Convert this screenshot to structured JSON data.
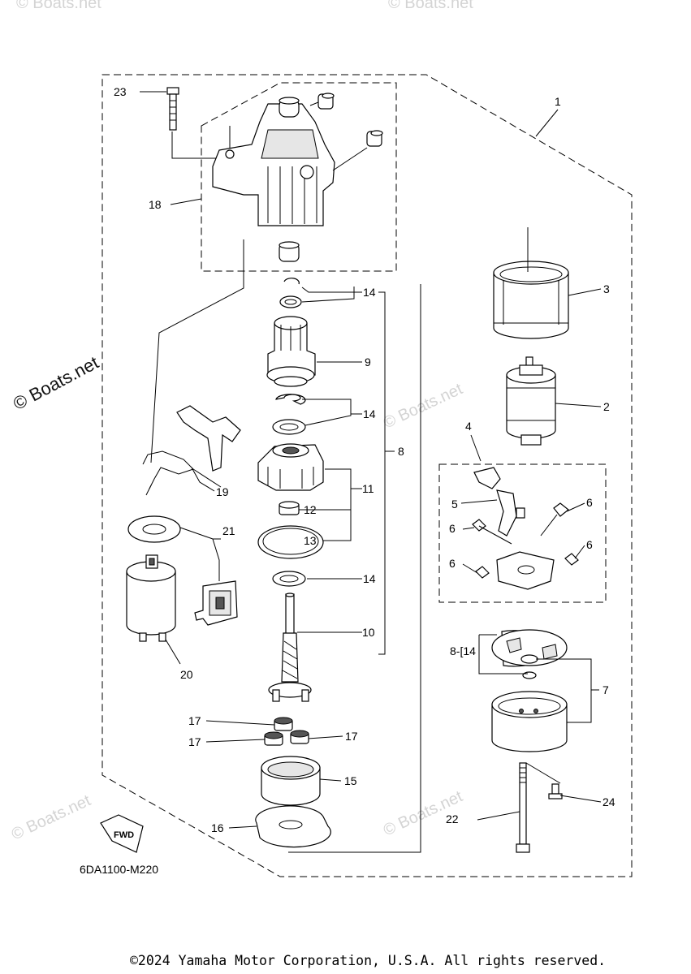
{
  "diagram": {
    "drawing_code": "6DA1100-M220",
    "copyright": "©2024 Yamaha Motor Corporation, U.S.A. All rights reserved.",
    "watermark": "© Boats.net",
    "fwd_label": "FWD",
    "callouts": {
      "p1": "1",
      "p2": "2",
      "p3": "3",
      "p4": "4",
      "p5": "5",
      "p6": "6",
      "p7": "7",
      "p8": "8",
      "p9": "9",
      "p10": "10",
      "p11": "11",
      "p12": "12",
      "p13": "13",
      "p14": "14",
      "p15": "15",
      "p16": "16",
      "p17": "17",
      "p18": "18",
      "p19": "19",
      "p20": "20",
      "p21": "21",
      "p22": "22",
      "p23": "23",
      "p24": "24",
      "p8_14": "8-[14"
    }
  }
}
